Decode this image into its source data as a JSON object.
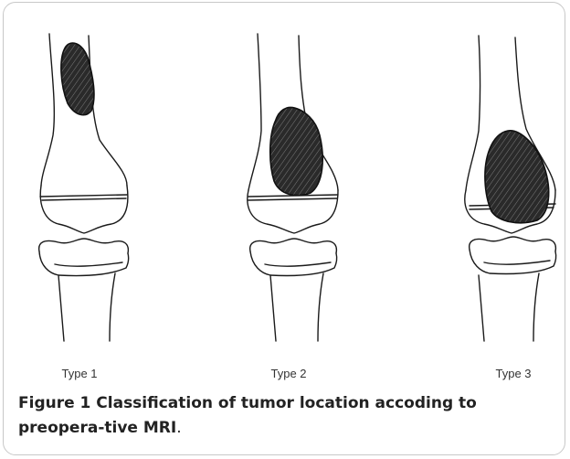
{
  "figure": {
    "panels": [
      {
        "label": "Type 1"
      },
      {
        "label": "Type 2"
      },
      {
        "label": "Type 3"
      }
    ],
    "caption": {
      "bold_text": "Figure 1 Classification of tumor location accoding to preopera-tive MRI",
      "tail_text": "."
    }
  }
}
